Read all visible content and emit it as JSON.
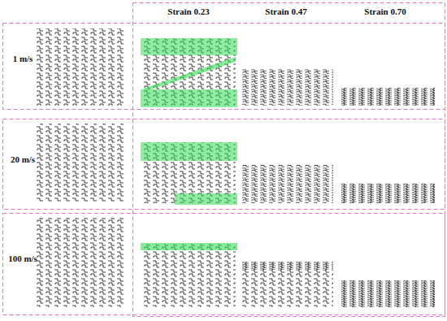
{
  "diagram": {
    "labels": [
      "Strain 0.23",
      "Strain 0.47",
      "Strain 0.70",
      "1 m/s",
      "20 m/s",
      "100 m/s"
    ]
  }
}
